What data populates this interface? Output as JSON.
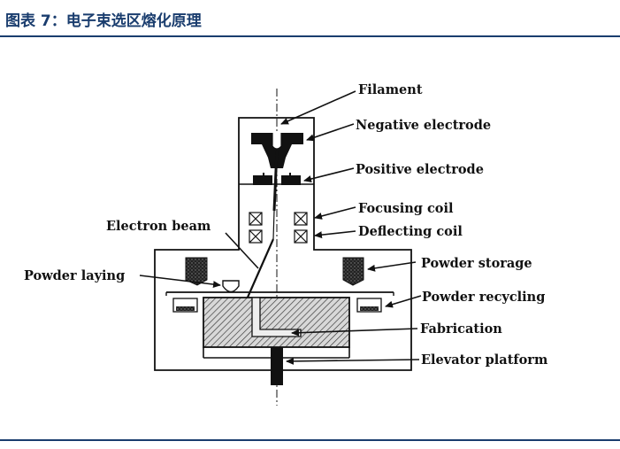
{
  "header": {
    "title": "图表 7：电子束选区熔化原理"
  },
  "labels": {
    "filament": "Filament",
    "negative_electrode": "Negative electrode",
    "positive_electrode": "Positive electrode",
    "focusing_coil": "Focusing coil",
    "deflecting_coil": "Deflecting coil",
    "electron_beam": "Electron beam",
    "powder_storage": "Powder storage",
    "powder_laying": "Powder laying",
    "powder_recycling": "Powder recycling",
    "fabrication": "Fabrication",
    "elevator_platform": "Elevator platform"
  },
  "colors": {
    "accent": "#1a3d6e",
    "line": "#111111"
  }
}
